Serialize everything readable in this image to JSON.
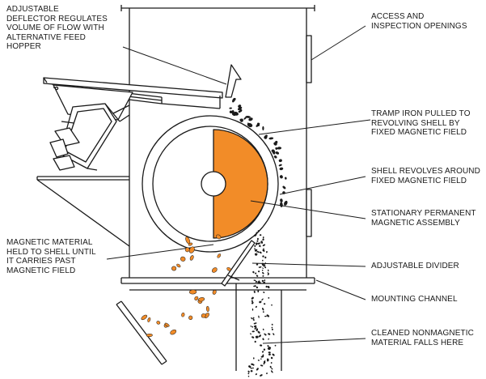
{
  "colors": {
    "outline": "#1a1a1a",
    "magnet": "#f28c28",
    "background": "#ffffff"
  },
  "labels": {
    "deflector": "ADJUSTABLE\nDEFLECTOR REGULATES\nVOLUME OF FLOW WITH\nALTERNATIVE FEED\nHOPPER",
    "access": "ACCESS AND\nINSPECTION OPENINGS",
    "tramp_iron": "TRAMP IRON PULLED TO\nREVOLVING SHELL BY\nFIXED MAGNETIC FIELD",
    "shell": "SHELL REVOLVES AROUND\nFIXED MAGNETIC FIELD",
    "stationary": "STATIONARY PERMANENT\nMAGNETIC ASSEMBLY",
    "magnetic_material": "MAGNETIC MATERIAL\nHELD TO SHELL UNTIL\nIT CARRIES PAST\nMAGNETIC FIELD",
    "divider": "ADJUSTABLE DIVIDER",
    "mounting": "MOUNTING CHANNEL",
    "cleaned": "CLEANED NONMAGNETIC\nMATERIAL FALLS HERE"
  }
}
